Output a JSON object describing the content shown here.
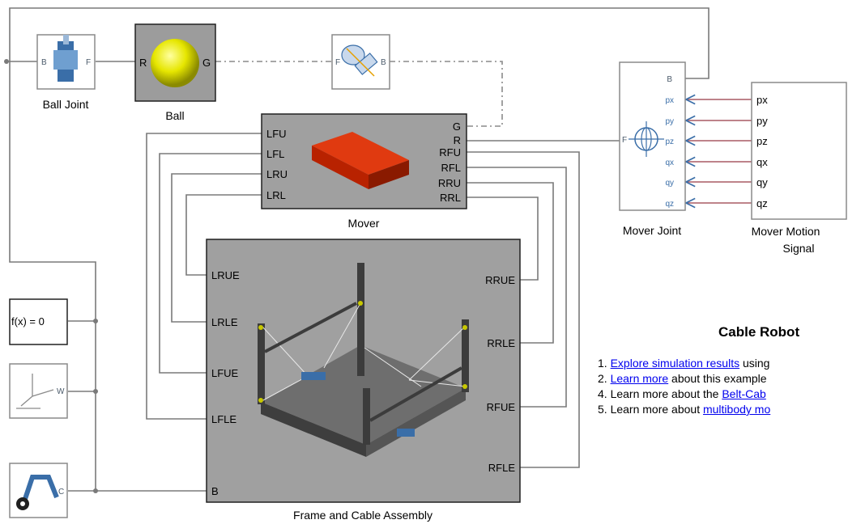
{
  "blocks": {
    "ball_joint": {
      "label": "Ball Joint",
      "port_b": "B",
      "port_f": "F"
    },
    "ball": {
      "label": "Ball",
      "port_r": "R",
      "port_g": "G"
    },
    "rigid_transform": {
      "port_f": "F",
      "port_b": "B"
    },
    "mover": {
      "label": "Mover",
      "left_ports": [
        "LFU",
        "LFL",
        "LRU",
        "LRL"
      ],
      "right_ports": [
        "G",
        "R",
        "RFU",
        "RFL",
        "RRU",
        "RRL"
      ]
    },
    "frame": {
      "label": "Frame and Cable Assembly",
      "left_ports": [
        "LRUE",
        "LRLE",
        "LFUE",
        "LFLE",
        "B"
      ],
      "right_ports": [
        "RRUE",
        "RRLE",
        "RFUE",
        "RFLE"
      ]
    },
    "mover_joint": {
      "label": "Mover Joint",
      "port_f": "F",
      "right_ports": [
        "B",
        "px",
        "py",
        "pz",
        "qx",
        "qy",
        "qz"
      ]
    },
    "motion_signal": {
      "label_line1": "Mover Motion",
      "label_line2": "Signal",
      "ports": [
        "px",
        "py",
        "pz",
        "qx",
        "qy",
        "qz"
      ]
    },
    "solver": {
      "text": "f(x) = 0"
    },
    "world": {
      "port": "W"
    },
    "mech_config": {
      "port": "C"
    }
  },
  "notes": {
    "title": "Cable Robot",
    "items": [
      {
        "num": "1. ",
        "link": "Explore simulation results",
        "rest": " using"
      },
      {
        "num": "2. ",
        "link": "Learn more",
        "rest": " about this example"
      },
      {
        "num": "4. ",
        "pre": "Learn more about the ",
        "link": "Belt-Cab",
        "rest": ""
      },
      {
        "num": "5. ",
        "pre": "Learn more about ",
        "link": "multibody mo",
        "rest": ""
      }
    ]
  },
  "colors": {
    "ball": "#e6e600",
    "mover": "#cc2200",
    "joint_blue": "#3a6ea8",
    "signal_line": "#a85a64"
  }
}
